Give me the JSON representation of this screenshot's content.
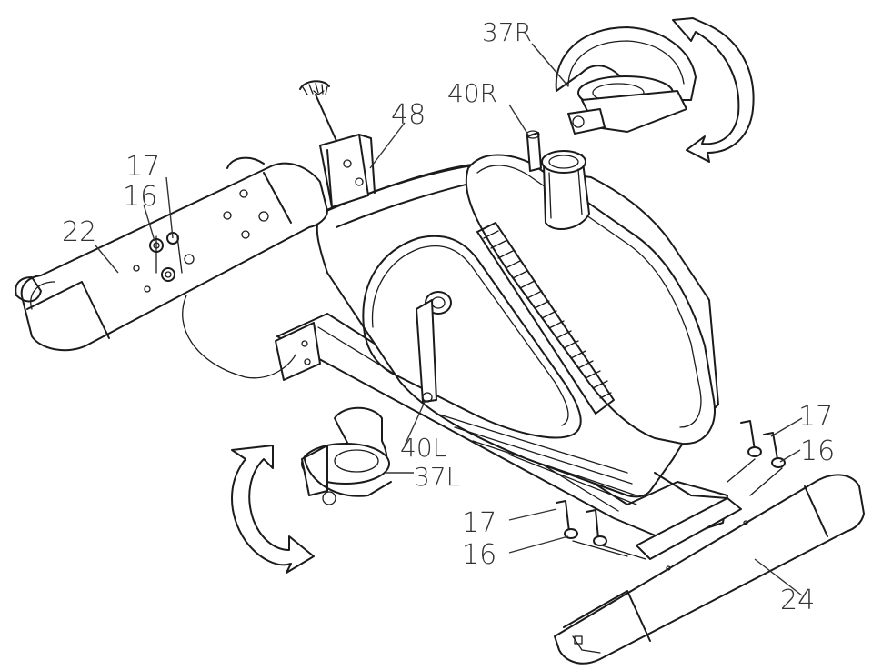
{
  "labels": {
    "l37R": "37R",
    "l40R": "40R",
    "l48": "48",
    "l17a": "17",
    "l16a": "16",
    "l22": "22",
    "l40L": "40L",
    "l37L": "37L",
    "l17b": "17",
    "l16b": "16",
    "l17c": "17",
    "l16c": "16",
    "l24": "24"
  },
  "colors": {
    "line": "#1b1b1b",
    "text": "#333333",
    "background": "#ffffff"
  },
  "icons": {
    "rotation_arrow": "curved-rotation-arrow-icon",
    "pedal": "pedal-icon",
    "bolt": "bolt-icon"
  }
}
